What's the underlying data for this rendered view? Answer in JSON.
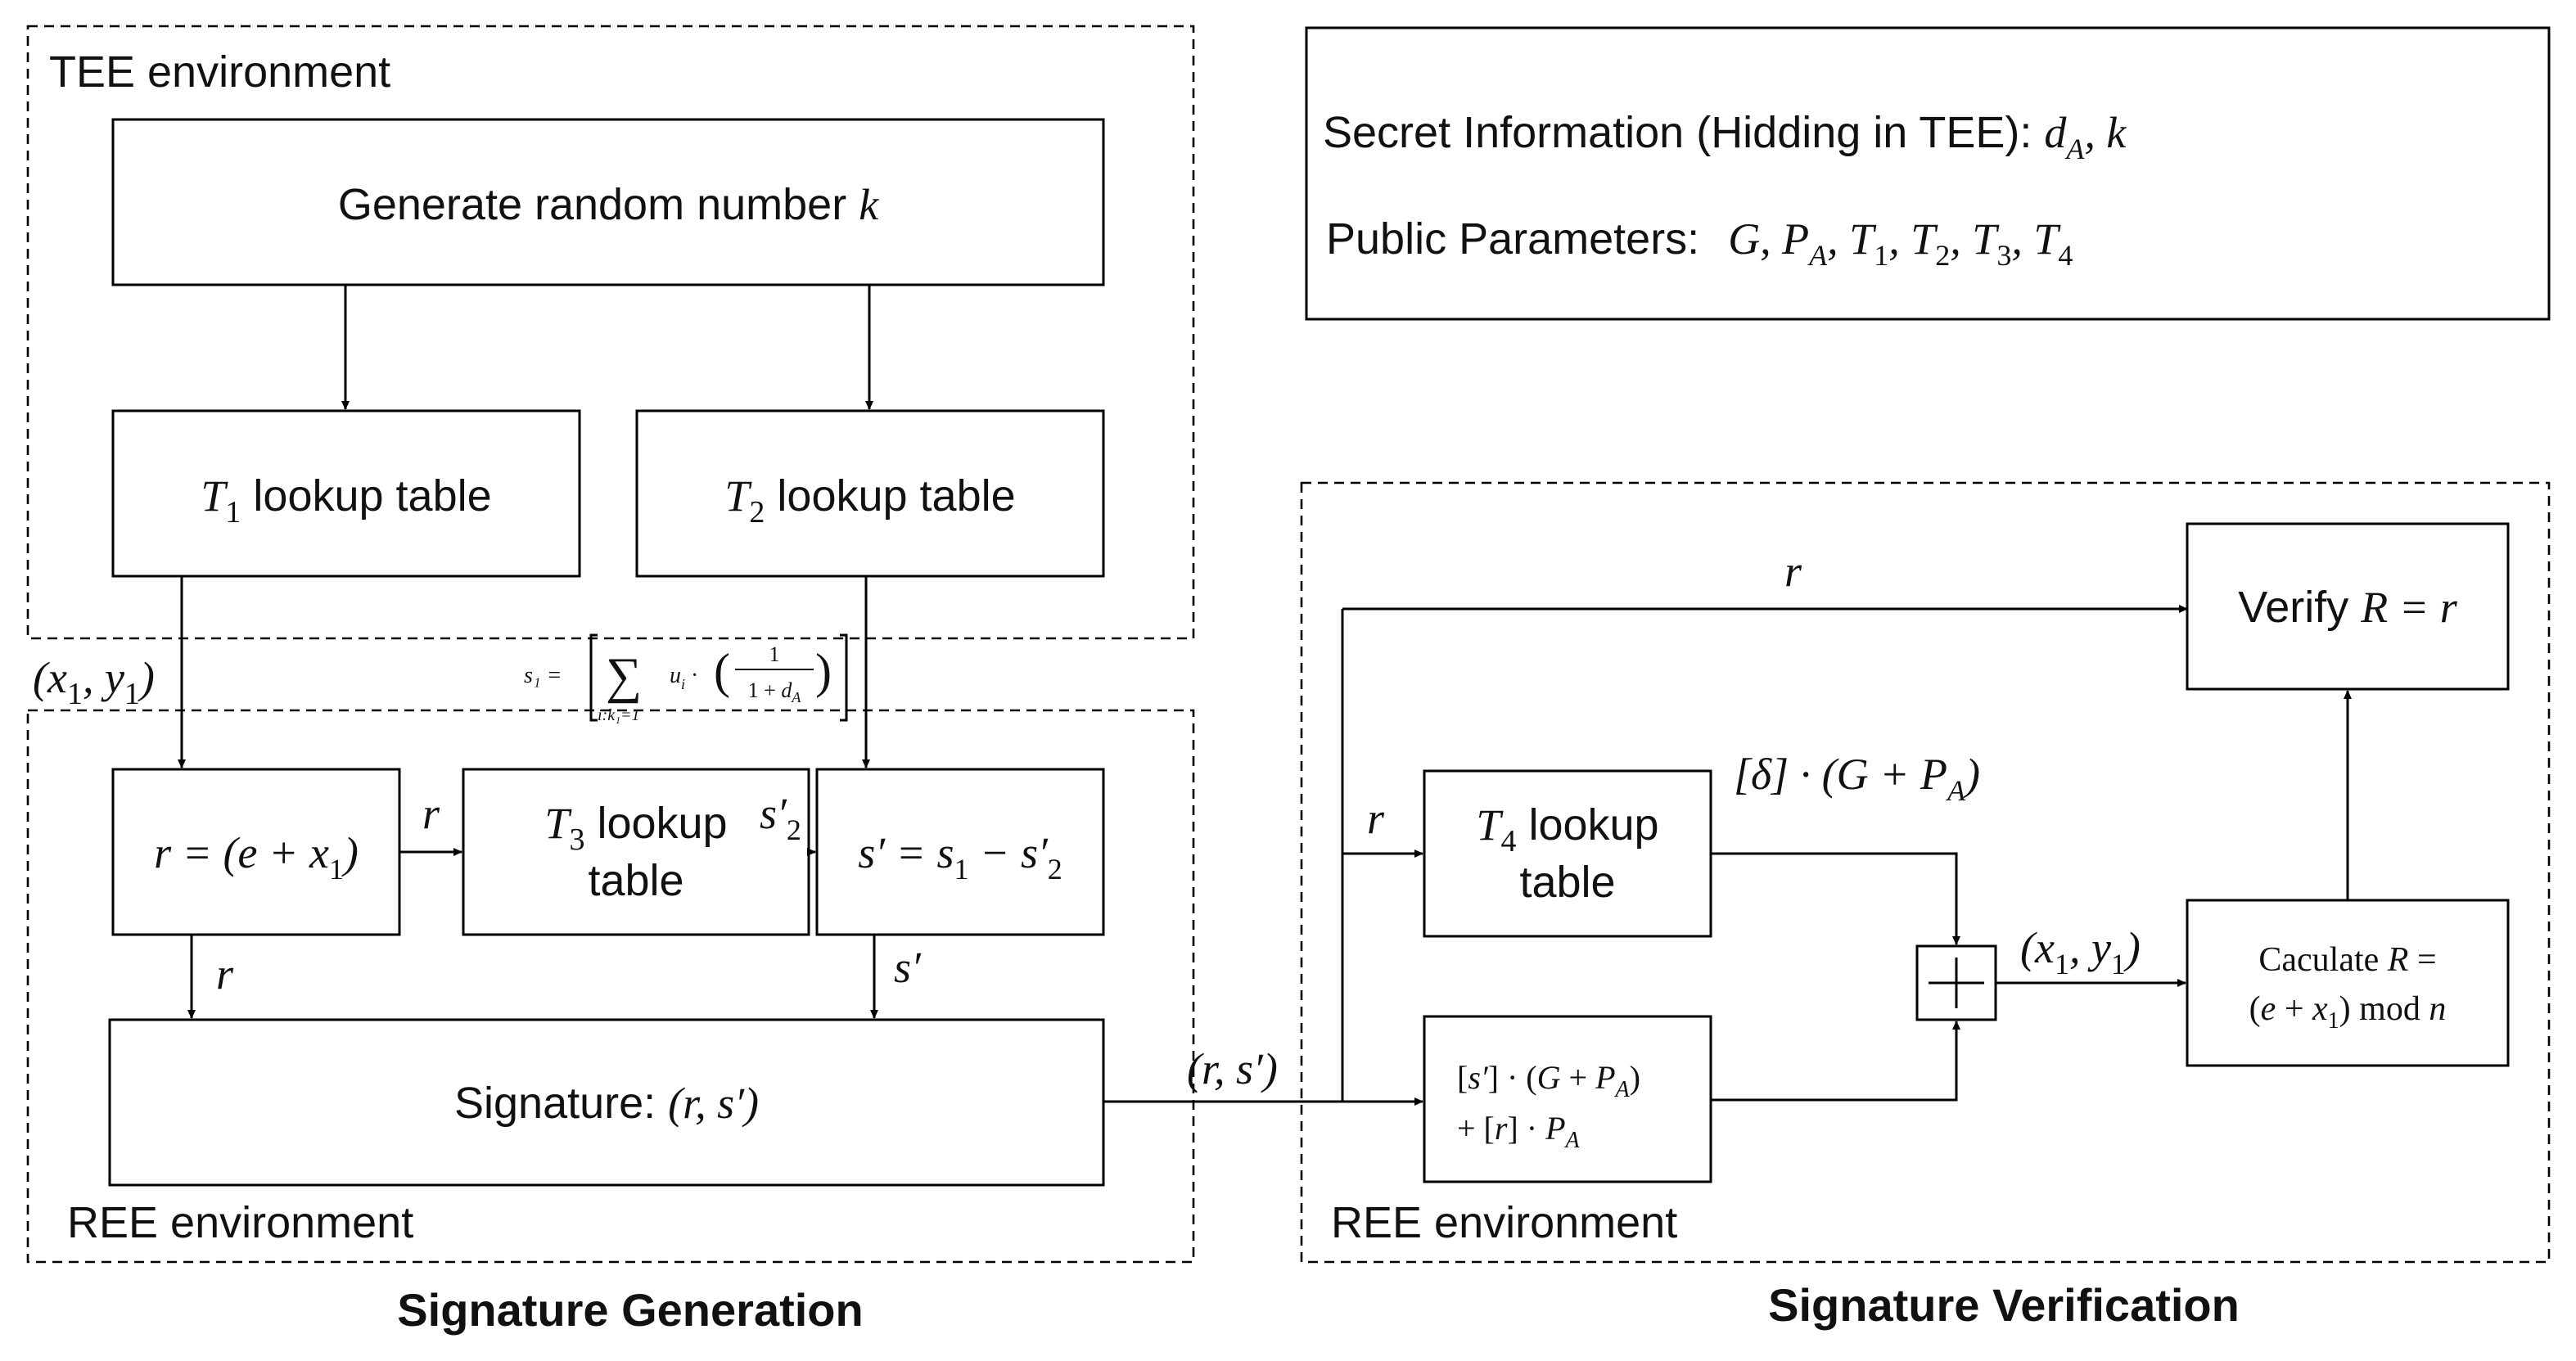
{
  "tee": {
    "env_label": "TEE environment",
    "gen_random": "Generate random number k",
    "t1_table": "T₁ lookup table",
    "t2_table": "T₂ lookup table"
  },
  "ree_gen": {
    "env_label": "REE environment",
    "r_formula": "r = (e + x₁)",
    "t3_table_line1": "T₃ lookup",
    "t3_table_line2": "table",
    "s_prime_formula": "s′ = s₁ − s′₂",
    "signature": "Signature: (r, s′)"
  },
  "gen_labels": {
    "x1y1": "(x₁, y₁)",
    "s1_formula_left": "s₁ = ",
    "s1_formula_body": "u",
    "s1_formula_index": "i:k₁=1",
    "s1_frac_num": "1",
    "s1_frac_den": "1 + d_A",
    "r_arrow": "r",
    "s2_arrow": "s′₂",
    "r_down": "r",
    "s_down": "s′",
    "rs_pair": "(r, s′)"
  },
  "info_box": {
    "secret_text": "Secret Information (Hidding in TEE): ",
    "secret_vars": "d_A, k",
    "public_text": "Public Parameters: ",
    "public_vars": "G, P_A, T₁, T₂, T₃, T₄"
  },
  "ree_verify": {
    "env_label": "REE environment",
    "r_top": "r",
    "verify": "Verify R = r",
    "r_mid": "r",
    "t4_table_line1": "T₄ lookup",
    "t4_table_line2": "table",
    "delta_formula": "[δ] · (G + P_A)",
    "combine_line1": "[s′] · (G + P_A)",
    "combine_line2": "+ [r] · P_A",
    "x1y1": "(x₁, y₁)",
    "calc_line1": "Caculate R =",
    "calc_line2": "(e + x₁) mod n"
  },
  "captions": {
    "left": "Signature Generation",
    "right": "Signature Verification"
  }
}
